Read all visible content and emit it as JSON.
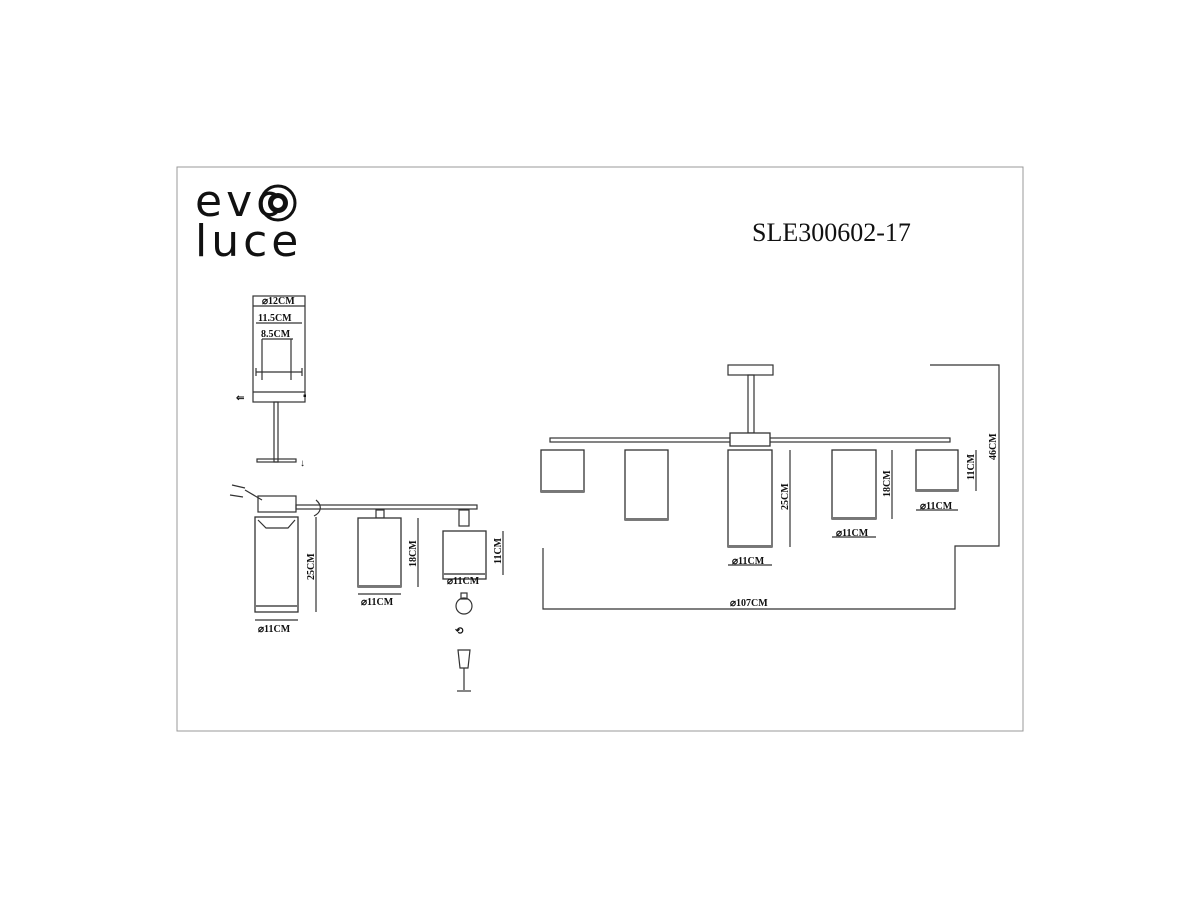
{
  "brand": {
    "line1": "evo",
    "line2": "luce"
  },
  "model": "SLE300602-17",
  "mount_detail": {
    "outer": "⌀12CM",
    "middle": "11.5CM",
    "inner": "8.5CM"
  },
  "left_view": {
    "shade_large": {
      "height": "25CM",
      "diameter": "⌀11CM"
    },
    "shade_medium": {
      "height": "18CM",
      "diameter": "⌀11CM"
    },
    "shade_small": {
      "height": "11CM",
      "diameter": "⌀11CM"
    }
  },
  "front_view": {
    "center_height": "25CM",
    "center_diameter": "⌀11CM",
    "medium_height": "18CM",
    "medium_diameter": "⌀11CM",
    "small_height": "11CM",
    "small_diameter": "⌀11CM",
    "total_width": "⌀107CM",
    "total_height": "46CM"
  }
}
